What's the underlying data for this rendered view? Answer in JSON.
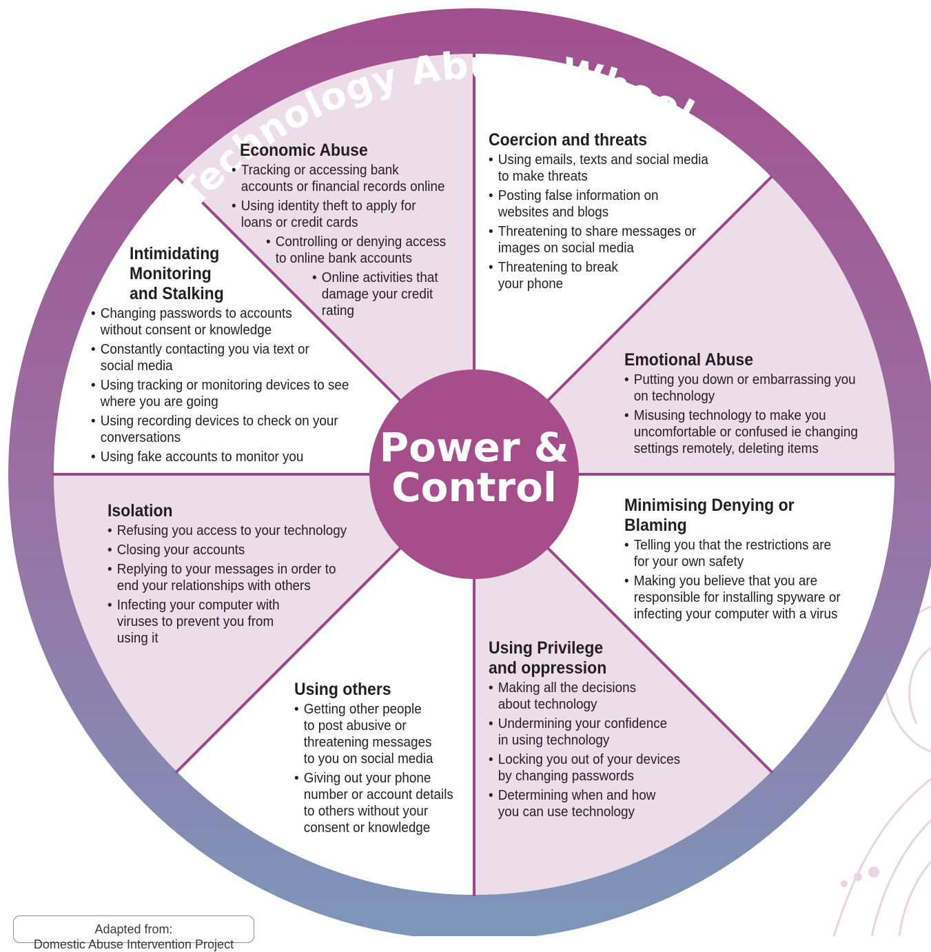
{
  "title": "Technology Abuse Wheel",
  "center": {
    "line1": "Power &",
    "line2": "Control"
  },
  "colors": {
    "ring_top": "#a24f8e",
    "ring_bottom": "#7f95b8",
    "center": "#a64d8c",
    "segment_tint": "#ecdde9",
    "segment_white": "#ffffff",
    "divider": "#9c4688"
  },
  "sections": {
    "economic": {
      "heading": "Economic Abuse",
      "items": [
        "Tracking or accessing bank\naccounts or financial records online",
        "Using identity theft to apply for\nloans or credit cards",
        "Controlling or denying access\nto online bank accounts",
        "Online activities that\ndamage your credit\nrating"
      ]
    },
    "coercion": {
      "heading": "Coercion and threats",
      "items": [
        "Using emails, texts and social media\nto make threats",
        "Posting false information on\nwebsites and blogs",
        "Threatening to share messages or\nimages on social media",
        "Threatening to break\nyour phone"
      ]
    },
    "intimidating": {
      "heading": "Intimidating\nMonitoring\nand Stalking",
      "items": [
        "Changing passwords to accounts\nwithout consent or knowledge",
        "Constantly contacting you via text or\nsocial media",
        "Using tracking or monitoring devices to see\nwhere you are going",
        "Using recording devices to check on your\nconversations",
        "Using fake accounts to monitor you"
      ]
    },
    "emotional": {
      "heading": "Emotional Abuse",
      "items": [
        "Putting you down or embarrassing you\non technology",
        "Misusing technology to make you\nuncomfortable or confused ie changing\nsettings remotely, deleting items"
      ]
    },
    "isolation": {
      "heading": "Isolation",
      "items": [
        "Refusing you access to your technology",
        "Closing your accounts",
        "Replying to your messages in order to\nend your relationships with others",
        "Infecting your computer with\nviruses to prevent you from\nusing it"
      ]
    },
    "minimising": {
      "heading": "Minimising Denying or\nBlaming",
      "items": [
        "Telling you that the restrictions are\nfor your own safety",
        "Making you believe that you are\nresponsible for installing spyware or\ninfecting your computer with a virus"
      ]
    },
    "others": {
      "heading": "Using others",
      "items": [
        "Getting other people\nto post abusive or\nthreatening messages\nto you on social media",
        "Giving out your phone\nnumber or account details\nto others without your\nconsent or knowledge"
      ]
    },
    "privilege": {
      "heading": "Using Privilege\nand oppression",
      "items": [
        "Making all the decisions\nabout technology",
        "Undermining your confidence\nin using technology",
        "Locking you out of your devices\nby changing passwords",
        "Determining when and how\nyou can use technology"
      ]
    }
  },
  "credit": {
    "line1": "Adapted from:",
    "line2": "Domestic Abuse Intervention Project"
  }
}
